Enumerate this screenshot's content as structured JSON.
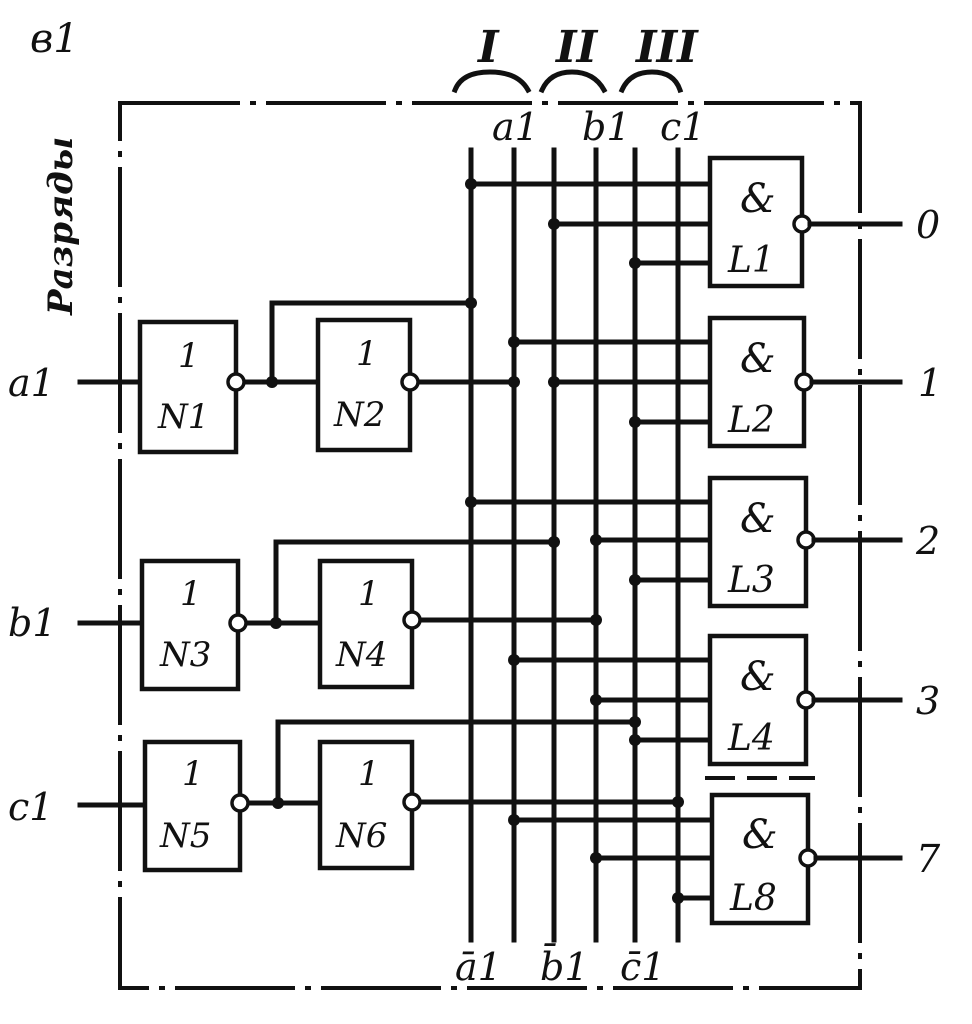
{
  "corner_label": "в1",
  "side_label": "Разряды",
  "group_labels": [
    "I",
    "II",
    "III"
  ],
  "top_bus_labels": [
    "a1",
    "b1",
    "c1"
  ],
  "bottom_bus_labels": [
    "ā1",
    "b̄1",
    "c̄1"
  ],
  "inputs": [
    "a1",
    "b1",
    "c1"
  ],
  "inverters": [
    {
      "symbol": "1",
      "name": "N1"
    },
    {
      "symbol": "1",
      "name": "N2"
    },
    {
      "symbol": "1",
      "name": "N3"
    },
    {
      "symbol": "1",
      "name": "N4"
    },
    {
      "symbol": "1",
      "name": "N5"
    },
    {
      "symbol": "1",
      "name": "N6"
    }
  ],
  "and_gates": [
    {
      "symbol": "&",
      "name": "L1",
      "output": "0"
    },
    {
      "symbol": "&",
      "name": "L2",
      "output": "1"
    },
    {
      "symbol": "&",
      "name": "L3",
      "output": "2"
    },
    {
      "symbol": "&",
      "name": "L4",
      "output": "3"
    },
    {
      "symbol": "&",
      "name": "L8",
      "output": "7"
    }
  ]
}
